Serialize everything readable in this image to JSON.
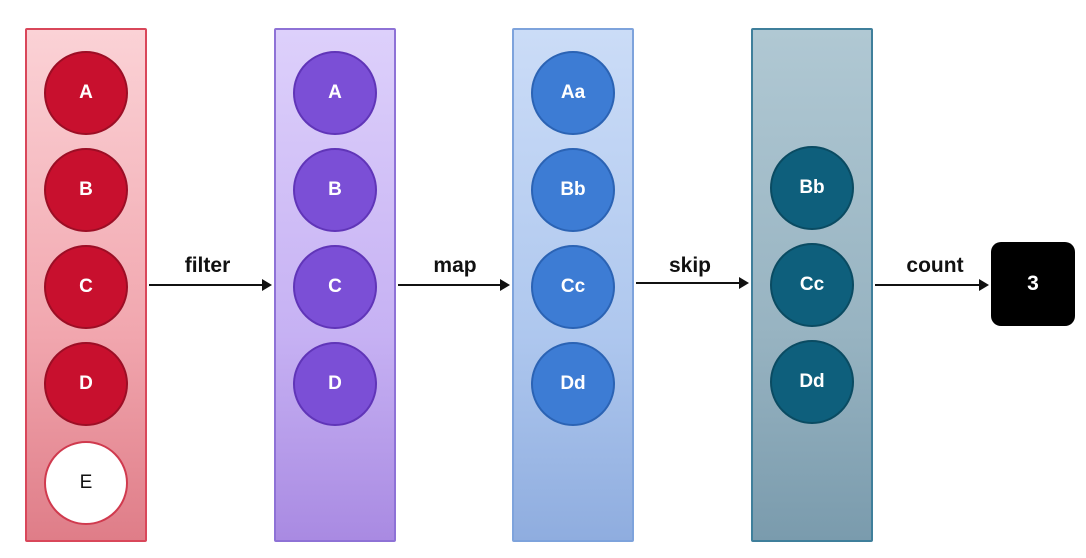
{
  "stages": [
    {
      "id": "source",
      "items": [
        "A",
        "B",
        "C",
        "D",
        "E"
      ]
    },
    {
      "id": "filter",
      "items": [
        "A",
        "B",
        "C",
        "D"
      ]
    },
    {
      "id": "map",
      "items": [
        "Aa",
        "Bb",
        "Cc",
        "Dd"
      ]
    },
    {
      "id": "skip",
      "items": [
        "Bb",
        "Cc",
        "Dd"
      ]
    }
  ],
  "operations": [
    "filter",
    "map",
    "skip",
    "count"
  ],
  "result": "3",
  "colors": {
    "source": "#c8102e",
    "filter": "#7b4fd6",
    "map": "#3d7cd4",
    "skip": "#0e5f7c",
    "result": "#000000"
  }
}
